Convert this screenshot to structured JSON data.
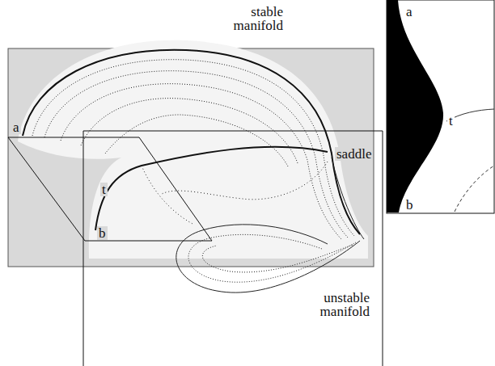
{
  "diagram": {
    "labels": [
      "stable manifold",
      "saddle",
      "unstable manifold",
      "a",
      "t",
      "b",
      "a",
      "t",
      "b"
    ]
  }
}
